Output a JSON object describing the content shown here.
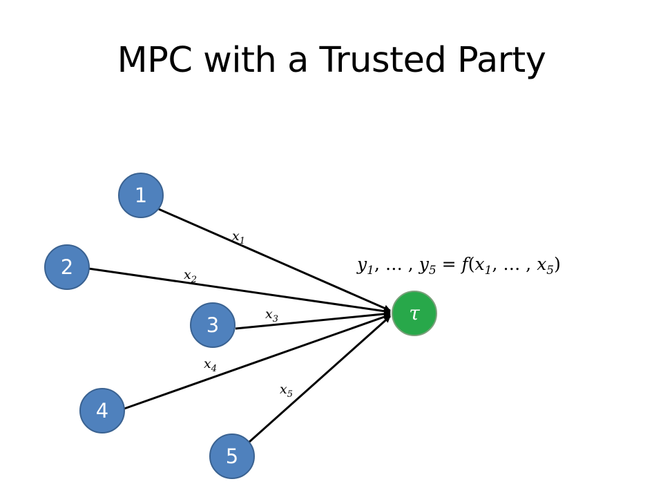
{
  "title": "MPC with a Trusted Party",
  "colors": {
    "party_fill": "#4f81bd",
    "party_stroke": "#3a6291",
    "trusted_fill": "#28a84a",
    "trusted_stroke": "#7aa07a",
    "edge": "#000000"
  },
  "parties": [
    {
      "label": "1"
    },
    {
      "label": "2"
    },
    {
      "label": "3"
    },
    {
      "label": "4"
    },
    {
      "label": "5"
    }
  ],
  "trusted_party": {
    "label": "τ"
  },
  "edges": [
    {
      "var": "x",
      "sub": "1"
    },
    {
      "var": "x",
      "sub": "2"
    },
    {
      "var": "x",
      "sub": "3"
    },
    {
      "var": "x",
      "sub": "4"
    },
    {
      "var": "x",
      "sub": "5"
    }
  ],
  "formula": {
    "y": "y",
    "y1_sub": "1",
    "dots1": ", … , ",
    "y5_sub": "5",
    "eq": " = ",
    "f": "f",
    "open": "(",
    "x": "x",
    "x1_sub": "1",
    "dots2": ", … , ",
    "x5_sub": "5",
    "close": ")"
  }
}
